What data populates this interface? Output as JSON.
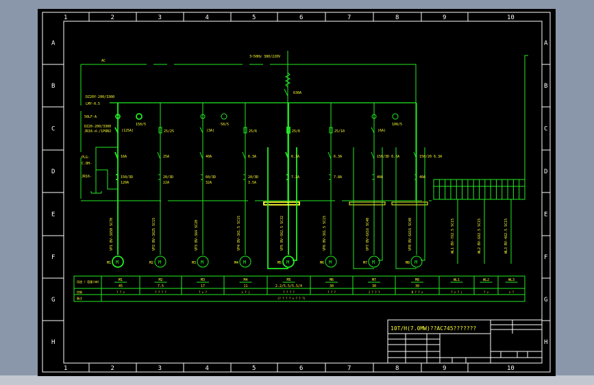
{
  "app": {
    "background_color": "#8a97aa",
    "bottom_strip_color": "#c3c7cf",
    "sheet_color": "#000000"
  },
  "colors": {
    "frame": "#ffffff",
    "wire": "#22ee22",
    "label": "#ffff33"
  },
  "frame": {
    "columns": [
      "1",
      "2",
      "3",
      "4",
      "5",
      "6",
      "7",
      "8",
      "9",
      "10"
    ],
    "rows": [
      "A",
      "B",
      "C",
      "D",
      "E",
      "F",
      "G",
      "H"
    ]
  },
  "supply": {
    "ac_label": "AC",
    "spec_label": "3~50Hz  380/220V",
    "incoming_fuse": "630A",
    "busbar_type": "LMY-0.5",
    "breaker_type": "DZ20Y-200/3300",
    "left_labels": [
      "50LF-A",
      "DZ20-200/3300",
      "JR16-d-/1P8B2",
      "PLG-",
      "C.8H-",
      "JR16-"
    ]
  },
  "branches": [
    {
      "id": "M1",
      "breaker": "(125A)",
      "ct": "150/5",
      "fuse": "",
      "contactor": "16A",
      "relay": "150/3D",
      "relay_setting": "120A",
      "cable": "VP1  BV-3X50  SC70",
      "ammeter": true
    },
    {
      "id": "M2",
      "breaker": "",
      "ct": "",
      "fuse": "25/25",
      "contactor": "25A",
      "relay": "20/3D",
      "relay_setting": "22A",
      "cable": "VP2  BV-3X25  SC15",
      "ammeter": false
    },
    {
      "id": "M3",
      "breaker": "(3A)",
      "ct": "50/5",
      "fuse": "",
      "contactor": "40A",
      "relay": "60/3D",
      "relay_setting": "32A",
      "cable": "VP3  BV-3X4  SC20",
      "ammeter": true
    },
    {
      "id": "M4",
      "breaker": "",
      "ct": "",
      "fuse": "25/6",
      "contactor": "6.3A",
      "relay": "20/3D",
      "relay_setting": "3.5A",
      "cable": "VP4  BV-3X1.5  SC15",
      "ammeter": false
    },
    {
      "id": "M5",
      "breaker": "",
      "ct": "",
      "fuse": "25/6",
      "contactor": "6.3A / 25A / 25A",
      "relay": "7.2A / 6.3A / 16A / 22A",
      "relay_setting": "",
      "cable": "VP5  BV-9X2.5  SC32",
      "ammeter": false
    },
    {
      "id": "M6",
      "breaker": "",
      "ct": "",
      "fuse": "25/10",
      "contactor": "6.3A / 6.3A",
      "relay": "7.8A",
      "relay_setting": "",
      "cable": "VP6  BV-3X1.5  SC15",
      "ammeter": false
    },
    {
      "id": "M7",
      "breaker": "(6A)",
      "ct": "100/5",
      "fuse": "",
      "contactor": "150/3D 6.3A / 6.3A / 6.3A",
      "relay": "40A",
      "relay_setting": "",
      "cable": "VP7  BV-6X16  SC40",
      "ammeter": true
    },
    {
      "id": "M8",
      "breaker": "",
      "ct": "",
      "fuse": "",
      "contactor": "150/20 6.3A / 6.3A / 6.3A",
      "relay": "40A",
      "relay_setting": "",
      "cable": "VP8  BV-6X16  SC40",
      "ammeter": false
    }
  ],
  "spare_circuits": [
    "WL1  BV-7X2.5  SC15",
    "WL2  BV-6X2.5  SC15",
    "WL3  BV-4X2.5  SC15"
  ],
  "schedule": {
    "row_headers": [
      "用途 / 容量(kW)",
      "控制",
      "备注"
    ],
    "columns": [
      {
        "name": "M1",
        "value": "45",
        "control": "? ? >"
      },
      {
        "name": "M2",
        "value": "7.5",
        "control": "? ? ? ?"
      },
      {
        "name": "M3",
        "value": "17",
        "control": "? > ?"
      },
      {
        "name": "M4",
        "value": "11",
        "control": "> ? |"
      },
      {
        "name": "M5",
        "value": "2.2/5.5/5.5/4",
        "control": "? ? ? ?"
      },
      {
        "name": "M6",
        "value": "30",
        "control": "? ? ?"
      },
      {
        "name": "M7",
        "value": "30",
        "control": "J ? ? ?"
      },
      {
        "name": "M8",
        "value": "30",
        "control": "B ? ? >"
      },
      {
        "name": "WL1",
        "value": "",
        "control": "? > ? |"
      },
      {
        "name": "WL2",
        "value": "",
        "control": "? >"
      },
      {
        "name": "WL3",
        "value": "",
        "control": "> ?"
      }
    ],
    "note": "(? ? ? ? > ? ? ?)"
  },
  "title_block": {
    "title": "10T/H(7.0MW)??AC745???????"
  }
}
